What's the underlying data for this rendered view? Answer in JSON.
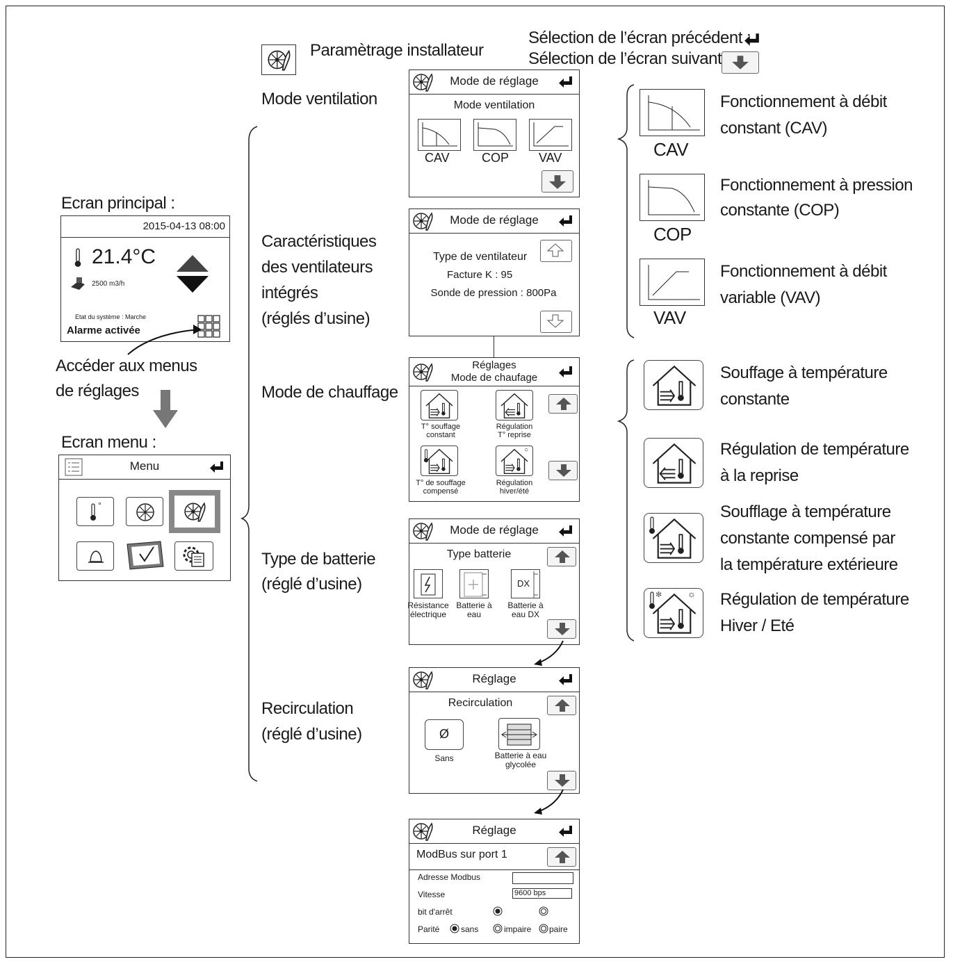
{
  "header": {
    "installer_label": "Paramètrage installateur",
    "prev_screen": "Sélection de l’écran précédent :",
    "next_screen": "Sélection de l’écran suivant :"
  },
  "left": {
    "main_screen_title": "Ecran principal :",
    "datetime": "2015-04-13 08:00",
    "temperature": "21.4°C",
    "airflow": "2500 m3/h",
    "system_state": "Etat du système : Marche",
    "alarm": "Alarme activée",
    "access_menus_1": "Accéder aux menus",
    "access_menus_2": "de réglages",
    "menu_screen_title": "Ecran menu :",
    "menu_title": "Menu"
  },
  "sections": {
    "ventilation": "Mode ventilation",
    "fans_1": "Caractéristiques",
    "fans_2": "des ventilateurs",
    "fans_3": "intégrés",
    "fans_4": "(réglés d’usine)",
    "heating": "Mode de chauffage",
    "battery_1": "Type de batterie",
    "battery_2": "(réglé d’usine)",
    "recirc_1": "Recirculation",
    "recirc_2": "(réglé d’usine)"
  },
  "screen1": {
    "title": "Mode de réglage",
    "subtitle": "Mode ventilation",
    "opt1": "CAV",
    "opt2": "COP",
    "opt3": "VAV"
  },
  "screen2": {
    "title": "Mode de réglage",
    "line1": "Type de ventilateur",
    "line2": "Facture K : 95",
    "line3": "Sonde de pression : 800Pa"
  },
  "screen3": {
    "title1": "Réglages",
    "title2": "Mode de chaufage",
    "o1a": "T° souffage",
    "o1b": "constant",
    "o2a": "Régulation",
    "o2b": "T° reprise",
    "o3a": "T° de souffage",
    "o3b": "compensé",
    "o4a": "Régulation",
    "o4b": "hiver/été"
  },
  "screen4": {
    "title": "Mode de réglage",
    "subtitle": "Type batterie",
    "o1a": "Résistance",
    "o1b": "électrique",
    "o2a": "Batterie à",
    "o2b": "eau",
    "o3a": "Batterie à",
    "o3b": "eau DX",
    "dx": "DX"
  },
  "screen5": {
    "title": "Réglage",
    "subtitle": "Recirculation",
    "o1": "Sans",
    "o1sym": "Ø",
    "o2a": "Batterie à eau",
    "o2b": "glycolée"
  },
  "screen6": {
    "title": "Réglage",
    "subtitle": "ModBus sur port 1",
    "addr_label": "Adresse Modbus",
    "speed_label": "Vitesse",
    "speed_value": "9600 bps",
    "stop_label": "bit d'arrêt",
    "parity_label": "Parité",
    "p1": "sans",
    "p2": "impaire",
    "p3": "paire"
  },
  "legend_vent": {
    "cav_a": "Fonctionnement à débit",
    "cav_b": "constant (CAV)",
    "cav_tag": "CAV",
    "cop_a": "Fonctionnement à pression",
    "cop_b": "constante (COP)",
    "cop_tag": "COP",
    "vav_a": "Fonctionnement à débit",
    "vav_b": "variable (VAV)",
    "vav_tag": "VAV"
  },
  "legend_heat": {
    "h1a": "Souffage à température",
    "h1b": "constante",
    "h2a": "Régulation de température",
    "h2b": "à la reprise",
    "h3a": "Soufflage à température",
    "h3b": "constante compensé par",
    "h3c": "la température extérieure",
    "h4a": "Régulation de température",
    "h4b": "Hiver / Eté"
  }
}
